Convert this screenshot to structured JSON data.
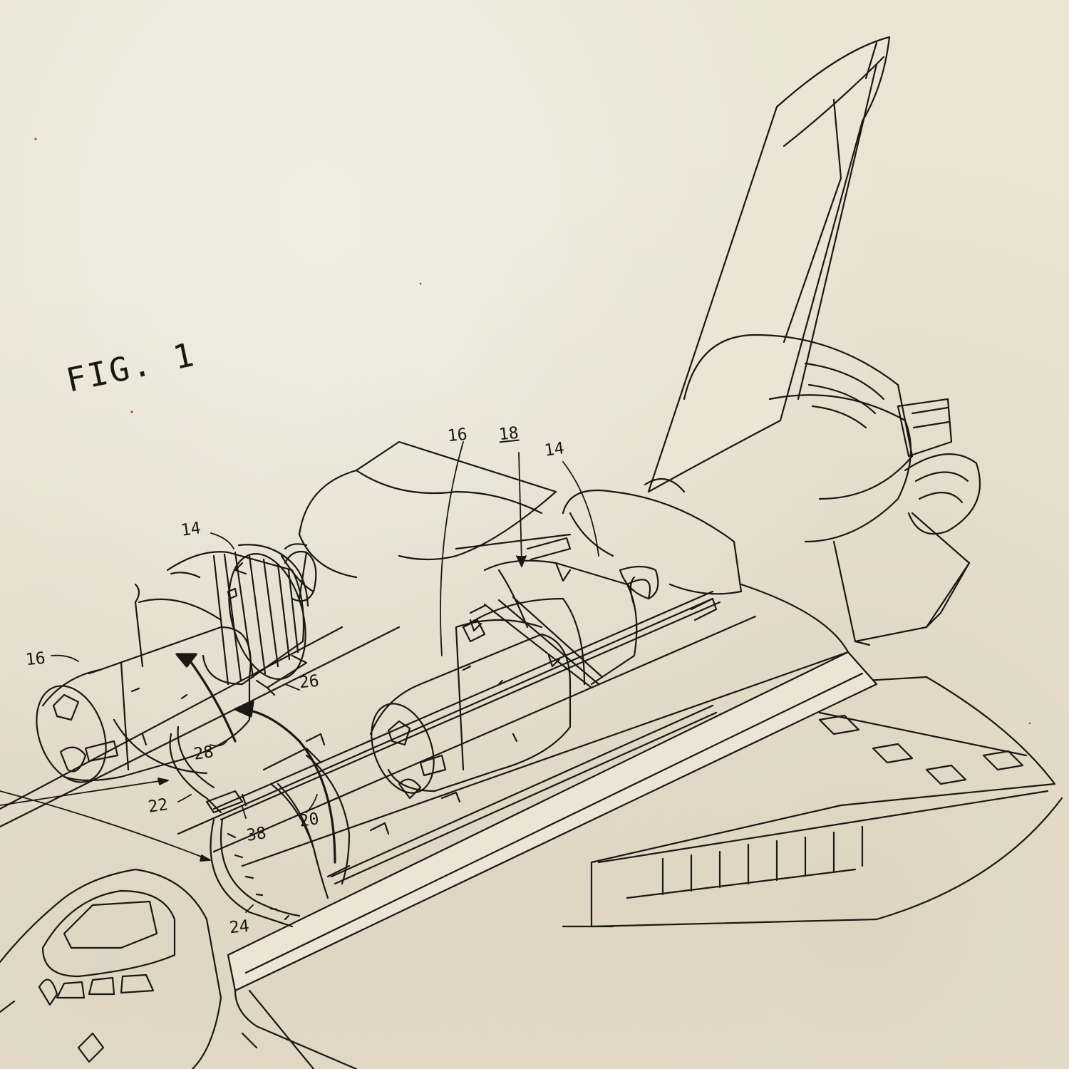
{
  "figure": {
    "title": "FIG. 1",
    "reference_numerals": {
      "r14a": "14",
      "r14b": "14",
      "r16a": "16",
      "r16b": "16",
      "r18": "18",
      "r20": "20",
      "r22": "22",
      "r24": "24",
      "r26": "26",
      "r28": "28",
      "r38": "38"
    }
  },
  "colors": {
    "paper": "#ebe4d4",
    "ink": "#1b1712"
  }
}
